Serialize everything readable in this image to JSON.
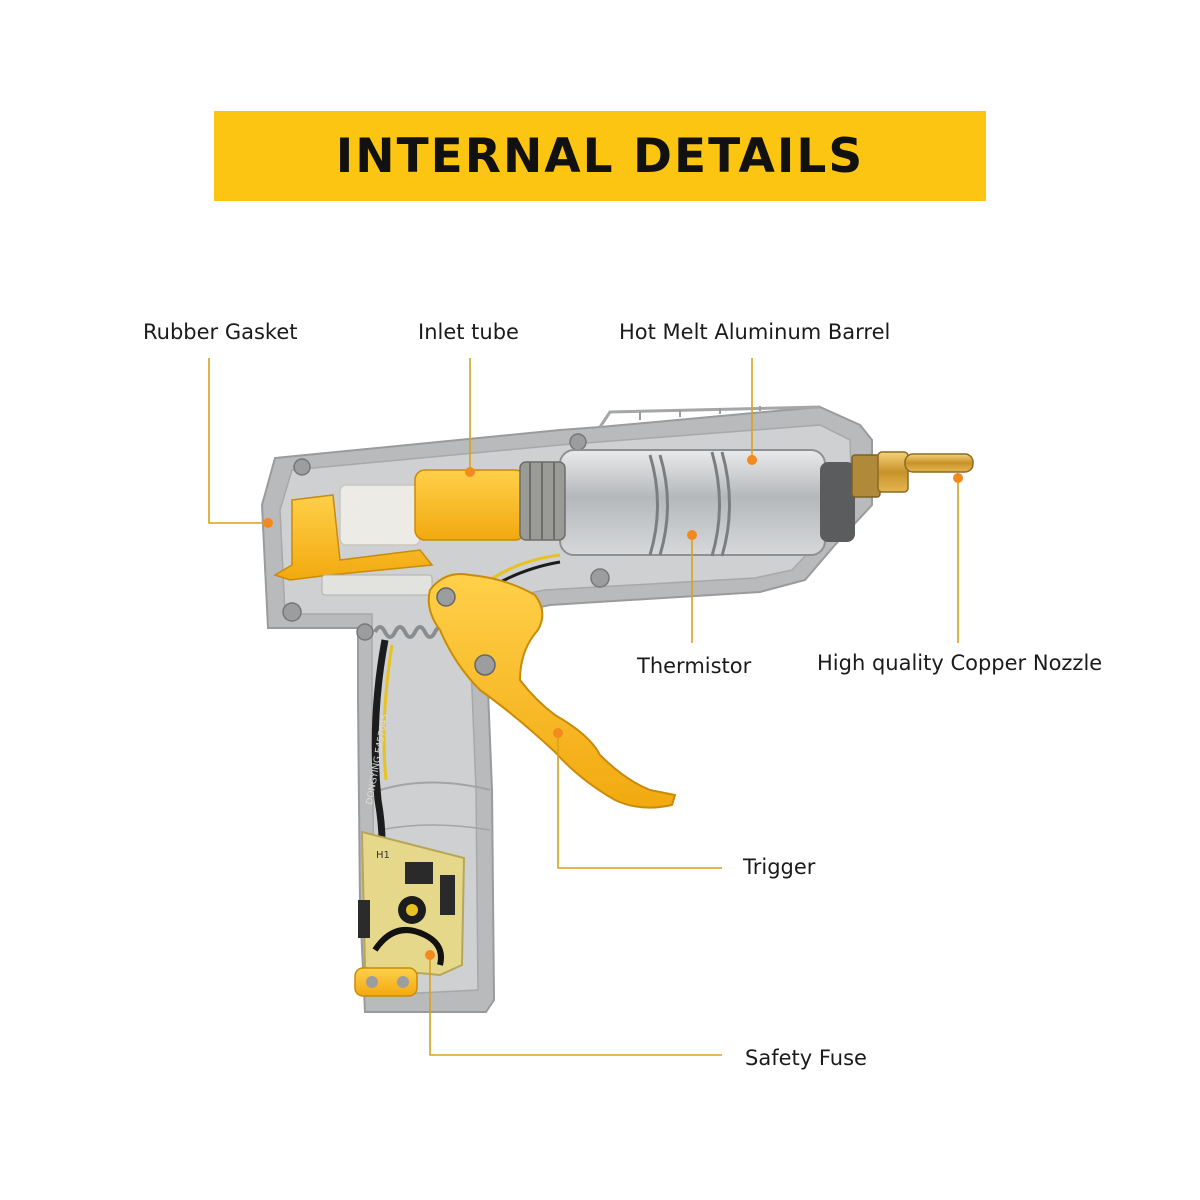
{
  "banner": {
    "title": "INTERNAL DETAILS"
  },
  "labels": {
    "rubber_gasket": "Rubber Gasket",
    "inlet_tube": "Inlet tube",
    "barrel": "Hot Melt Aluminum Barrel",
    "thermistor": "Thermistor",
    "nozzle": "High quality Copper Nozzle",
    "trigger": "Trigger",
    "safety_fuse": "Safety Fuse"
  },
  "board_text": {
    "cable_print": "DONGYING E457045",
    "pcb_print": "H1"
  },
  "colors": {
    "accent": "#fcc512",
    "part_yellow": "#f7b81a",
    "callout_line": "#d9a21b",
    "callout_dot": "#f28a1e",
    "housing_gray": "#b9babb",
    "metal": "#c7c9cb",
    "copper": "#d9a531"
  },
  "icons": [
    "glue-gun-cutaway-illustration"
  ]
}
